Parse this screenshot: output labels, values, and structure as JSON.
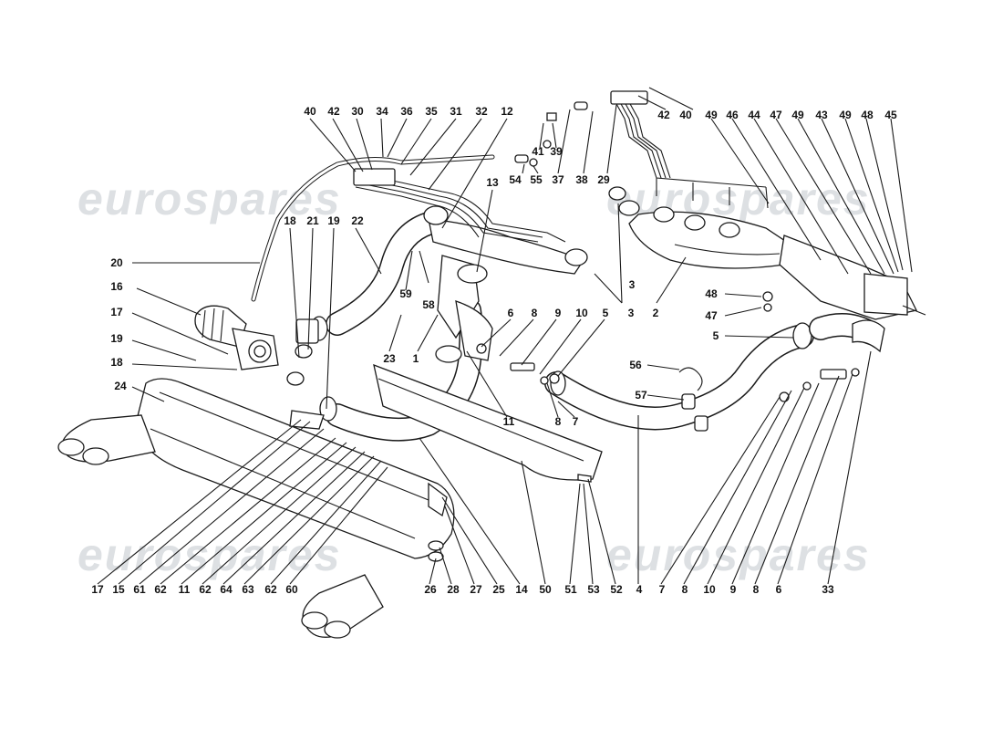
{
  "watermark": {
    "text": "eurospares",
    "color": "#dde0e3"
  },
  "line_color": "#1a1a1a",
  "callouts": {
    "c1": "1",
    "c2": "2",
    "c3a": "3",
    "c3b": "3",
    "c4": "4",
    "c5a": "5",
    "c5b": "5",
    "c6a": "6",
    "c6b": "6",
    "c7a": "7",
    "c7b": "7",
    "c8a": "8",
    "c8b": "8",
    "c8c": "8",
    "c8d": "8",
    "c9a": "9",
    "c9b": "9",
    "c10a": "10",
    "c10b": "10",
    "c11a": "11",
    "c11b": "11",
    "c12": "12",
    "c13": "13",
    "c14": "14",
    "c15": "15",
    "c16": "16",
    "c17a": "17",
    "c17b": "17",
    "c18a": "18",
    "c18b": "18",
    "c19a": "19",
    "c19b": "19",
    "c20": "20",
    "c21": "21",
    "c22": "22",
    "c23": "23",
    "c24": "24",
    "c25": "25",
    "c26": "26",
    "c27": "27",
    "c28": "28",
    "c29": "29",
    "c30": "30",
    "c31": "31",
    "c32": "32",
    "c33": "33",
    "c34": "34",
    "c35": "35",
    "c36": "36",
    "c37": "37",
    "c38": "38",
    "c39": "39",
    "c40a": "40",
    "c40b": "40",
    "c41": "41",
    "c42a": "42",
    "c42b": "42",
    "c43": "43",
    "c44": "44",
    "c45": "45",
    "c46": "46",
    "c47a": "47",
    "c47b": "47",
    "c48a": "48",
    "c48b": "48",
    "c49a": "49",
    "c49b": "49",
    "c49c": "49",
    "c50": "50",
    "c51": "51",
    "c52": "52",
    "c53": "53",
    "c54": "54",
    "c55": "55",
    "c56": "56",
    "c57": "57",
    "c58": "58",
    "c59": "59",
    "c60": "60",
    "c61": "61",
    "c62a": "62",
    "c62b": "62",
    "c62c": "62",
    "c63": "63",
    "c64": "64"
  }
}
